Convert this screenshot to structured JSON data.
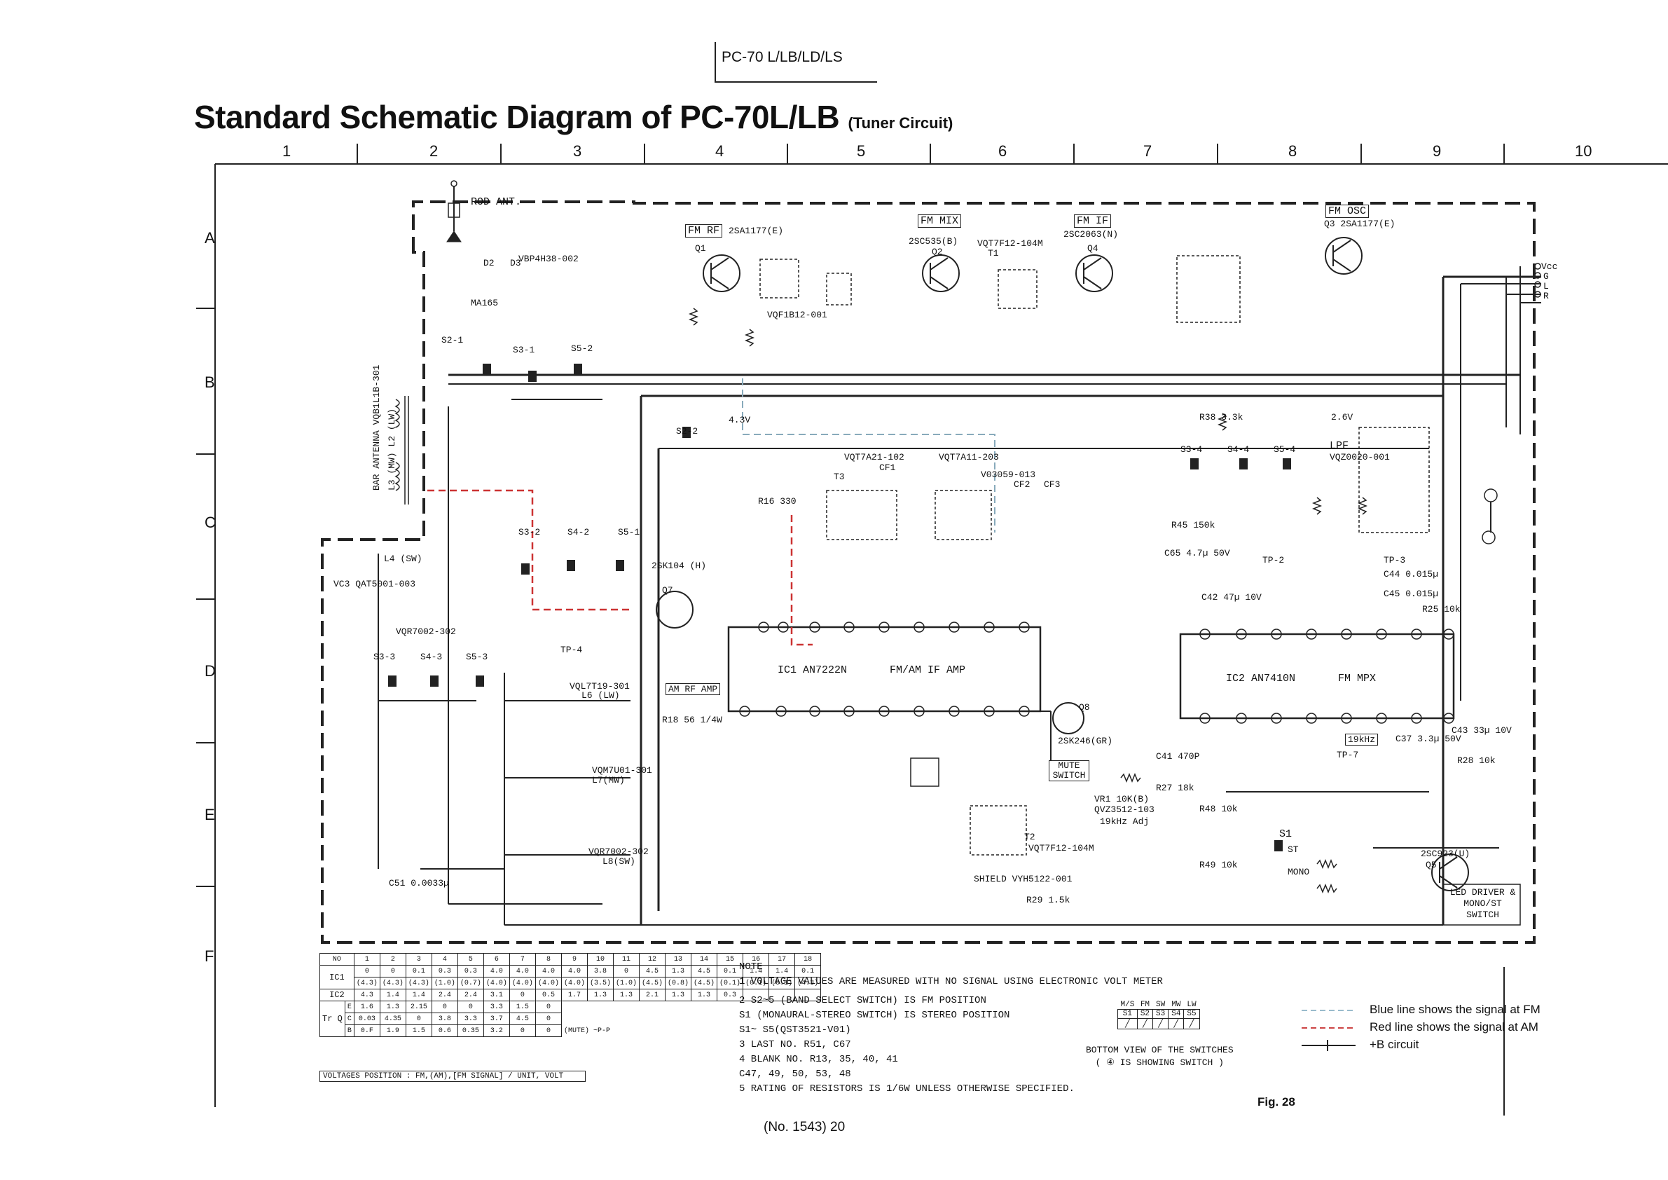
{
  "header": {
    "model": "PC-70 L/LB/LD/LS"
  },
  "title": {
    "main": "Standard Schematic Diagram of PC-70L/LB",
    "sub": "(Tuner Circuit)"
  },
  "grid": {
    "columns": [
      "1",
      "2",
      "3",
      "4",
      "5",
      "6",
      "7",
      "8",
      "9",
      "10"
    ],
    "rows": [
      "A",
      "B",
      "C",
      "D",
      "E",
      "F"
    ]
  },
  "blocks": {
    "fm_rf": "FM RF",
    "fm_mix": "FM MIX",
    "fm_if": "FM IF",
    "fm_osc": "FM OSC",
    "am_rf_amp": "AM RF AMP",
    "mute_switch": "MUTE SWITCH",
    "lpf": "LPF",
    "led_driver": "LED DRIVER & MONO/ST SWITCH",
    "ic1": "IC1  AN7222N",
    "ic1_desc": "FM/AM IF AMP",
    "ic2": "IC2  AN7410N",
    "ic2_desc": "FM  MPX",
    "shield": "SHIELD  VYH5122-001"
  },
  "labels": {
    "rod_ant": "ROD ANT.",
    "q1": "Q1",
    "q1_part": "2SA1177(E)",
    "q2": "Q2",
    "q2_part": "2SC535(B)",
    "q3": "Q3  2SA1177(E)",
    "q4": "Q4",
    "q4_part": "2SC2063(N)",
    "q5": "Q5",
    "q5_part": "2SC923(U)",
    "q7": "Q7",
    "q7_part": "2SK104 (H)",
    "q8": "Q8",
    "q8_part": "2SK246(GR)",
    "d2": "D2",
    "d3": "D3",
    "ma165": "MA165",
    "vbp": "VBP4H38-002",
    "vdf": "VQF1B12-001",
    "t1": "T1",
    "vqt": "VQT7F12-104M",
    "t3": "T3",
    "cf1": "CF1",
    "cf2": "CF2",
    "cf3": "CF3",
    "vqt7a21": "VQT7A21-102",
    "vqt7a11": "VQT7A11-203",
    "v03059": "V03059-013",
    "t2": "T2",
    "bar_antenna": "BAR ANTENNA  VQB1L1B-301",
    "l3": "L3 (MW)  L2 (LW)",
    "l4": "L4 (SW)",
    "vc3": "VC3  QAT5001-003",
    "vqr7002": "VQR7002-302",
    "l6": "L6 (LW)",
    "vql": "VQL7T19-301",
    "l7": "L7(MW)",
    "l8": "L8(SW)",
    "vqm": "VQM7U01-301",
    "vqr7002b": "VQR7002-302",
    "vr1": "VR1 10K(B)",
    "vr1_part": "QVZ3512-103",
    "adj": "19kHz  Adj",
    "s1": "S1",
    "st": "ST",
    "mono": "MONO",
    "vcc": "Vcc",
    "g": "G",
    "l": "L",
    "r": "R",
    "tp2": "TP-2",
    "tp3": "TP-3",
    "tp4": "TP-4",
    "tp7": "TP-7",
    "c51": "C51  0.0033µ",
    "vqz": "VQZ0020-001",
    "v43": "4.3V",
    "v26": "2.6V",
    "s21": "S2-1",
    "s31": "S3-1",
    "s52": "S5-2",
    "s22": "S2-2",
    "s32": "S3-2",
    "s42": "S4-2",
    "s51": "S5-1",
    "s33": "S3-3",
    "s43": "S4-3",
    "s53": "S5-3",
    "s34": "S3-4",
    "s44": "S4-4",
    "s54": "S5-4",
    "r38": "R38  3.3k",
    "r45": "R45 150k",
    "c65": "C65  4.7µ 50V",
    "r25": "R25  10k",
    "r28": "R28  10k",
    "r48": "R48  10k",
    "r49": "R49  10k",
    "r29": "R29  1.5k",
    "r18": "R18 56  1/4W",
    "r16": "R16 330",
    "c42": "C42  47µ 10V",
    "c44": "C44 0.015µ",
    "c45": "C45 0.015µ",
    "c41": "C41 470P",
    "r27": "R27 18k",
    "khz": "19kHz",
    "c37": "C37  3.3µ 50V",
    "c43": "C43  33µ 10V"
  },
  "voltage_table": {
    "header": [
      "NO",
      "1",
      "2",
      "3",
      "4",
      "5",
      "6",
      "7",
      "8",
      "9",
      "10",
      "11",
      "12",
      "13",
      "14",
      "15",
      "16",
      "17",
      "18"
    ],
    "ic1": [
      "0",
      "0",
      "0.1",
      "0.3",
      "0.3",
      "4.0",
      "4.0",
      "4.0",
      "4.0",
      "3.8",
      "0",
      "4.5",
      "1.3",
      "4.5",
      "0.1",
      "1.4",
      "1.4",
      "0.1"
    ],
    "ic1_am": [
      "(4.3)",
      "(4.3)",
      "(4.3)",
      "(1.0)",
      "(0.7)",
      "(4.0)",
      "(4.0)",
      "(4.0)",
      "(4.0)",
      "(3.5)",
      "(1.0)",
      "(4.5)",
      "(0.8)",
      "(4.5)",
      "(0.1)",
      "(0.1)",
      "(0.1)",
      "(4.3)"
    ],
    "ic2": [
      "4.3",
      "1.4",
      "1.4",
      "2.4",
      "2.4",
      "3.1",
      "0",
      "0.5",
      "1.7",
      "1.3",
      "1.3",
      "2.1",
      "1.3",
      "1.3",
      "0.3",
      "",
      "",
      ""
    ],
    "tr_e": [
      "1.6",
      "1.3",
      "2.15",
      "0",
      "0",
      "3.3",
      "1.5",
      "0"
    ],
    "tr_c": [
      "0.03",
      "4.35",
      "0",
      "3.8",
      "3.3",
      "3.7",
      "4.5",
      "0"
    ],
    "tr_b": [
      "0.F",
      "1.9",
      "1.5",
      "0.6",
      "0.35",
      "3.2",
      "0",
      "0"
    ],
    "row_ic1": "IC1",
    "row_ic2": "IC2",
    "row_tr": "Tr Q",
    "col_e": "E",
    "col_c": "C",
    "col_b": "B",
    "mute": "(MUTE)",
    "pp": "~P-P",
    "caption": "VOLTAGES POSITION : FM,(AM),[FM SIGNAL] / UNIT, VOLT"
  },
  "notes": {
    "heading": "NOTE",
    "n1": "1 VOLTAGE VALUES ARE MEASURED WITH NO SIGNAL USING ELECTRONIC VOLT METER",
    "n2a": "2 S2~5  (BAND SELECT SWITCH) IS FM POSITION",
    "n2b": "  S1 (MONAURAL-STEREO SWITCH) IS STEREO POSITION",
    "n2c": "  S1~ S5(QST3521-V01)",
    "n3": "3 LAST NO. R51, C67",
    "n4a": "4 BLANK NO. R13, 35, 40, 41",
    "n4b": "           C47, 49, 50, 53, 48",
    "n5": "5 RATING OF RESISTORS IS 1/6W UNLESS OTHERWISE SPECIFIED."
  },
  "switch_table": {
    "header": [
      "M/S",
      "FM",
      "SW",
      "MW",
      "LW"
    ],
    "row": [
      "S1",
      "S2",
      "S3",
      "S4",
      "S5"
    ],
    "caption1": "BOTTOM VIEW OF THE SWITCHES",
    "caption2": "( ④ IS SHOWING SWITCH )"
  },
  "legend": {
    "blue": "Blue line shows the signal at FM",
    "red": "Red line shows the signal at AM",
    "plusb": "+B circuit"
  },
  "footer": {
    "fig": "Fig. 28",
    "page": "(No. 1543)  20"
  }
}
